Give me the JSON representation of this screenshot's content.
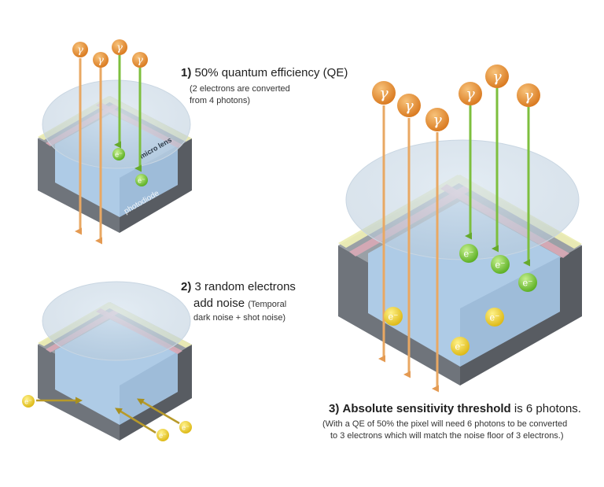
{
  "symbols": {
    "photon": "γ",
    "electron": "e⁻"
  },
  "labels": {
    "micro_lens": "micro lens",
    "photodiode": "photodiode"
  },
  "panel1": {
    "number": "1)",
    "title": "50% quantum efficiency (QE)",
    "sub_line1": "(2 electrons are converted",
    "sub_line2": "from 4 photons)"
  },
  "panel2": {
    "number": "2)",
    "title_line1": "3 random electrons",
    "title_line2_bold": "add noise",
    "title_line2_rest": "(Temporal",
    "sub_line": "dark noise + shot noise)"
  },
  "panel3": {
    "number": "3)",
    "title_bold": "Absolute sensitivity threshold",
    "title_rest": "is 6 photons.",
    "sub_line1": "(With a QE of 50% the pixel will need 6 photons to be converted",
    "sub_line2": "to 3 electrons which will match the noise floor of 3 electrons.)"
  },
  "colors": {
    "photon": "#e8963a",
    "photon_arrow": "#e9a863",
    "signal_arrow": "#7dbf3e",
    "signal_electron": "#7fcf4a",
    "noise_electron": "#f0cf2f",
    "noise_arrow": "#b89a2a",
    "photodiode": "#aecbe6",
    "housing": "#6f747b"
  }
}
